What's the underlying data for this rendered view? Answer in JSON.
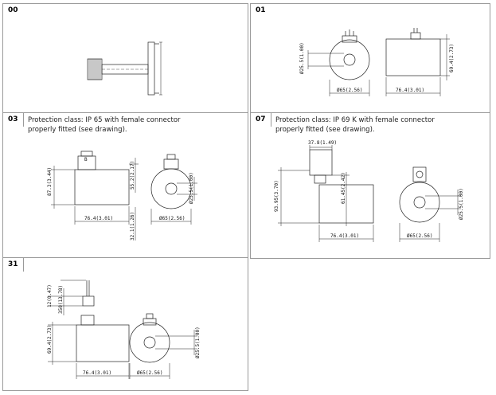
{
  "panels": [
    {
      "tag": "00",
      "description": []
    },
    {
      "tag": "01",
      "description": []
    },
    {
      "tag": "03",
      "description": [
        "Protection class: IP 65 with female connector",
        "properly fitted (see drawing)."
      ]
    },
    {
      "tag": "07",
      "description": [
        "Protection class: IP 69 K with female connector",
        "properly fitted (see drawing)."
      ]
    },
    {
      "tag": "31",
      "description": []
    }
  ],
  "dimensions": {
    "p01": {
      "bore": "Ø25.5(1.00)",
      "outer_dia": "Ø65(2.56)",
      "height": "69.4(2.73)",
      "length": "76.4(3.01)"
    },
    "p03": {
      "height": "87.3(3.44)",
      "top": "55.2(2.17)",
      "length": "76.4(3.01)",
      "bottom": "32.1(1.26)",
      "outer_dia": "Ø65(2.56)",
      "bore": "Ø25.5(1.00)",
      "connector_label": "B"
    },
    "p07": {
      "top_width": "37.8(1.49)",
      "height": "93.95(3.70)",
      "mid": "61.45(2.42)",
      "length": "76.4(3.01)",
      "outer_dia": "Ø65(2.56)",
      "bore": "Ø25.5(1.00)"
    },
    "p31": {
      "wire": "12(0.47)",
      "lead": "350(13.78)",
      "height": "69.4(2.73)",
      "length": "76.4(3.01)",
      "outer_dia": "Ø65(2.56)",
      "bore": "Ø25.5(1.00)"
    }
  }
}
